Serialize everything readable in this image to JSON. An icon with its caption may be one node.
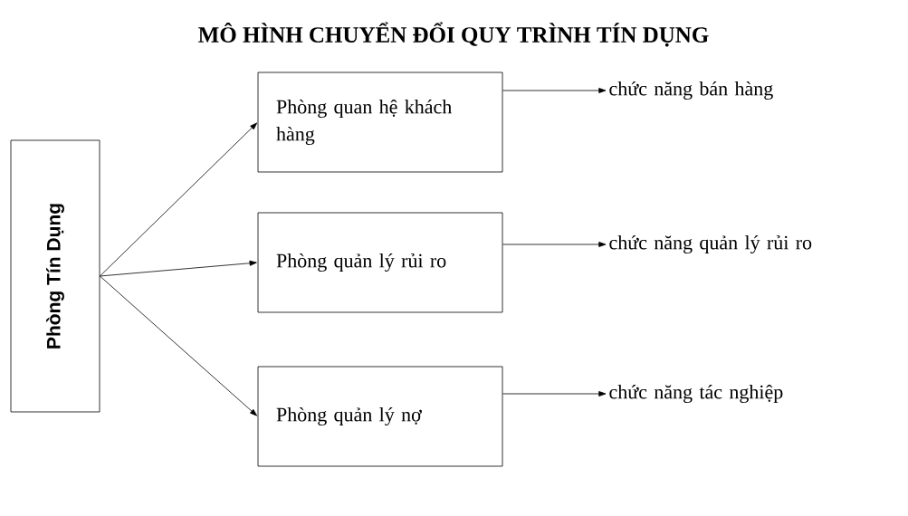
{
  "diagram": {
    "title": "MÔ HÌNH CHUYỂN ĐỔI QUY TRÌNH TÍN DỤNG",
    "nodes": [
      {
        "text": [
          "Phòng Tín Dụng"
        ]
      },
      {
        "text": [
          "Phòng quan hệ khách hàng"
        ]
      },
      {
        "text": [
          "Phòng quản lý rủi ro"
        ]
      },
      {
        "text": [
          "Phòng quản lý nợ"
        ]
      },
      {
        "text": [
          "chức năng bán hàng"
        ]
      },
      {
        "text": [
          "chức năng quản lý rủi ro"
        ]
      },
      {
        "text": [
          "chức năng tác nghiệp"
        ]
      }
    ],
    "edges": [
      {
        "from": 0,
        "to": 1,
        "arrow": "to"
      },
      {
        "from": 0,
        "to": 2,
        "arrow": "to"
      },
      {
        "from": 0,
        "to": 3,
        "arrow": "to"
      },
      {
        "from": 1,
        "to": 4,
        "arrow": "to"
      },
      {
        "from": 2,
        "to": 5,
        "arrow": "to"
      },
      {
        "from": 3,
        "to": 6,
        "arrow": "to"
      }
    ]
  }
}
